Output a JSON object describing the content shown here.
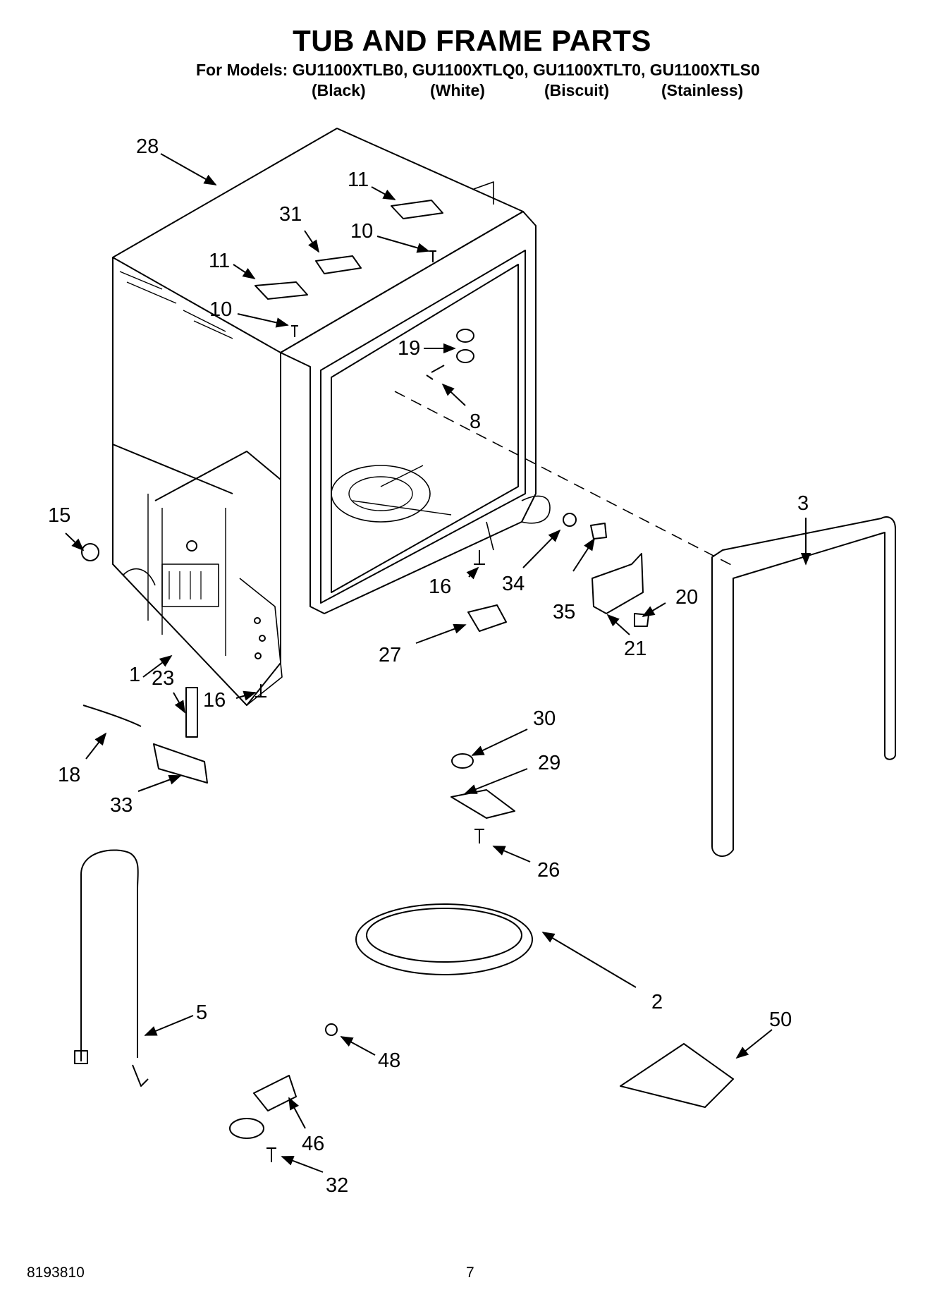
{
  "header": {
    "title": "TUB AND FRAME PARTS",
    "models": "For Models: GU1100XTLB0, GU1100XTLQ0, GU1100XTLT0, GU1100XTLS0",
    "variants": [
      "(Black)",
      "(White)",
      "(Biscuit)",
      "(Stainless)"
    ]
  },
  "callouts": {
    "c28": "28",
    "c11a": "11",
    "c31": "31",
    "c10a": "10",
    "c11b": "11",
    "c10b": "10",
    "c19": "19",
    "c8": "8",
    "c15": "15",
    "c3": "3",
    "c16a": "16",
    "c34": "34",
    "c35": "35",
    "c20": "20",
    "c21": "21",
    "c27": "27",
    "c1": "1",
    "c23": "23",
    "c16b": "16",
    "c18": "18",
    "c33": "33",
    "c30": "30",
    "c29": "29",
    "c26": "26",
    "c2": "2",
    "c5": "5",
    "c50": "50",
    "c48": "48",
    "c46": "46",
    "c32": "32"
  },
  "footer": {
    "doc_number": "8193810",
    "page_number": "7"
  }
}
